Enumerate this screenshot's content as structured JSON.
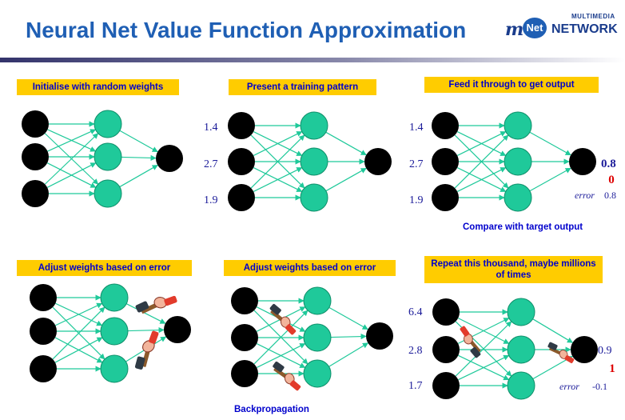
{
  "header": {
    "title": "Neural Net Value Function Approximation",
    "logo_small": "MULTIMEDIA",
    "logo_big": "NETWORK",
    "logo_net": "Net"
  },
  "panels": [
    {
      "label": "Initialise with random weights"
    },
    {
      "label": "Present a training pattern",
      "inputs": [
        "1.4",
        "2.7",
        "1.9"
      ]
    },
    {
      "label": "Feed it through to get output",
      "inputs": [
        "1.4",
        "2.7",
        "1.9"
      ],
      "output": "0.8",
      "target": "0",
      "error_word": "error",
      "error_value": "0.8",
      "caption": "Compare with target output"
    },
    {
      "label": "Adjust weights based on error"
    },
    {
      "label": "Adjust weights based on error",
      "caption": "Backpropagation"
    },
    {
      "label": "Repeat this thousand, maybe millions of times",
      "inputs": [
        "6.4",
        "2.8",
        "1.7"
      ],
      "output": "0.9",
      "target": "1",
      "error_word": "error",
      "error_value": "-0.1"
    }
  ],
  "colors": {
    "input_node": "#000000",
    "hidden_node": "#1fc99a",
    "edge": "#1fc99a",
    "label_bg": "#ffcc00",
    "label_text": "#0000cc",
    "title": "#1f5fb4"
  },
  "icons": [
    "hammer-hand-icon"
  ]
}
